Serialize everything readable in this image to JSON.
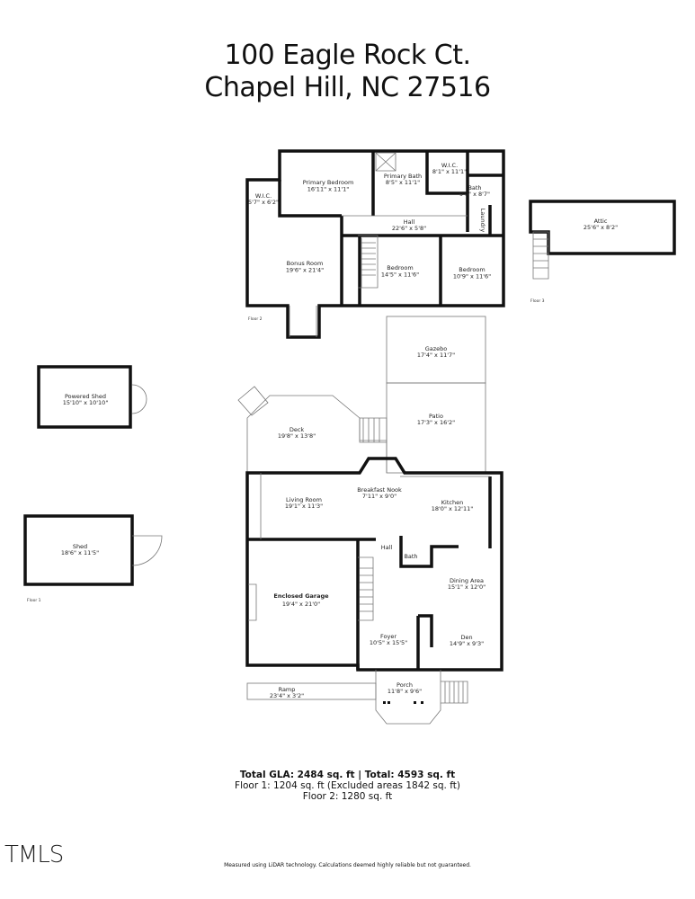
{
  "header": {
    "address_line1": "100 Eagle Rock Ct.",
    "address_line2": "Chapel Hill, NC 27516"
  },
  "floor2": {
    "label": "Floor 2",
    "rooms": [
      {
        "name": "Primary Bedroom",
        "dims": "16'11\" x 11'1\""
      },
      {
        "name": "W.I.C.",
        "dims": "5'7\" x 6'2\""
      },
      {
        "name": "Primary Bath",
        "dims": "8'5\" x 11'1\""
      },
      {
        "name": "W.I.C.",
        "dims": "8'1\" x 11'1\""
      },
      {
        "name": "Bath",
        "dims": "9'9\" x 8'7\""
      },
      {
        "name": "Hall",
        "dims": "22'6\" x 5'8\""
      },
      {
        "name": "Laundry"
      },
      {
        "name": "Bonus Room",
        "dims": "19'6\" x 21'4\""
      },
      {
        "name": "Bedroom",
        "dims": "14'5\" x 11'6\""
      },
      {
        "name": "Bedroom",
        "dims": "10'9\" x 11'6\""
      }
    ]
  },
  "floor3": {
    "label": "Floor 3",
    "rooms": [
      {
        "name": "Attic",
        "dims": "25'6\" x 8'2\""
      }
    ]
  },
  "floor1": {
    "label": "Floor 1",
    "rooms": [
      {
        "name": "Powered Shed",
        "dims": "15'10\" x 10'10\""
      },
      {
        "name": "Shed",
        "dims": "18'6\" x 11'5\""
      },
      {
        "name": "Gazebo",
        "dims": "17'4\" x 11'7\""
      },
      {
        "name": "Patio",
        "dims": "17'3\" x 16'2\""
      },
      {
        "name": "Deck",
        "dims": "19'8\" x 13'8\""
      },
      {
        "name": "Living Room",
        "dims": "19'1\" x 11'3\""
      },
      {
        "name": "Breakfast Nook",
        "dims": "7'11\" x 9'0\""
      },
      {
        "name": "Kitchen",
        "dims": "18'0\" x 12'11\""
      },
      {
        "name": "Hall"
      },
      {
        "name": "Bath"
      },
      {
        "name": "Dining Area",
        "dims": "15'1\" x 12'0\""
      },
      {
        "name": "Enclosed Garage",
        "dims": "19'4\" x 21'0\""
      },
      {
        "name": "Foyer",
        "dims": "10'5\" x 15'5\""
      },
      {
        "name": "Den",
        "dims": "14'9\" x 9'3\""
      },
      {
        "name": "Porch",
        "dims": "11'8\" x 9'6\""
      },
      {
        "name": "Ramp",
        "dims": "23'4\" x 3'2\""
      }
    ]
  },
  "summary": {
    "total": "Total GLA: 2484 sq. ft | Total: 4593 sq. ft",
    "floor1": "Floor 1: 1204 sq. ft (Excluded areas 1842 sq. ft)",
    "floor2": "Floor 2: 1280 sq. ft"
  },
  "logo_text": "TMLS",
  "disclaimer": "Measured using LiDAR technology. Calculations deemed highly reliable but not guaranteed."
}
